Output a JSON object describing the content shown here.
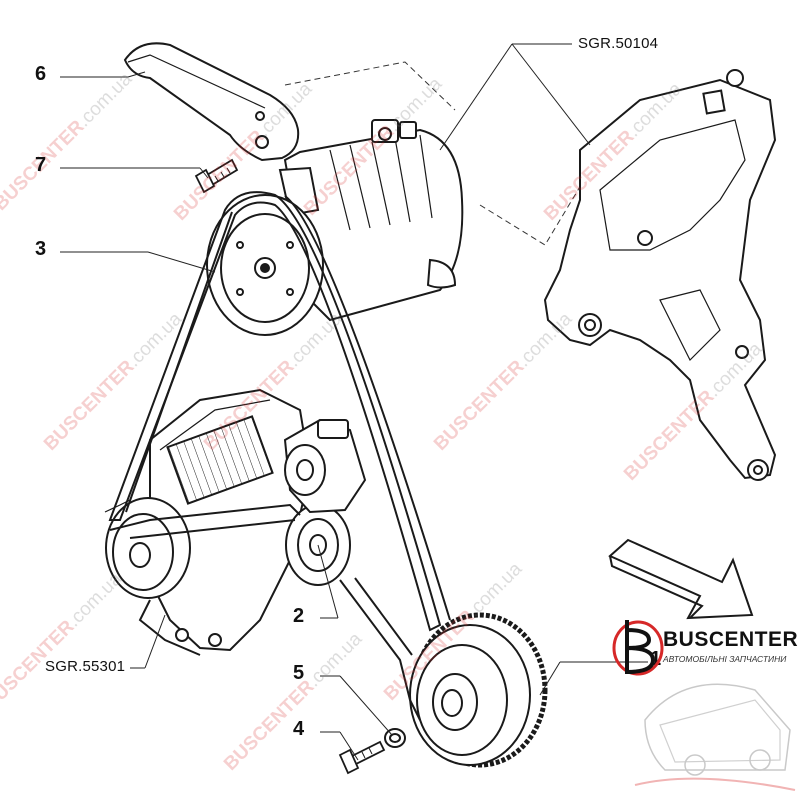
{
  "callouts": {
    "c6": "6",
    "c7": "7",
    "c3": "3",
    "c2": "2",
    "c5": "5",
    "c4": "4",
    "c1": "1"
  },
  "refs": {
    "compressor_bracket": "SGR.50104",
    "alternator": "SGR.55301"
  },
  "watermark": {
    "brand": "BUSCENTER",
    "domain": ".com.ua"
  },
  "logo": {
    "brand": "BUSCENTER",
    "tagline": "АВТОМОБІЛЬНІ ЗАПЧАСТИНИ",
    "accent_color": "#d62828"
  },
  "colors": {
    "line": "#1a1a1a",
    "leader": "#222222",
    "watermark_red": "#d62828"
  }
}
